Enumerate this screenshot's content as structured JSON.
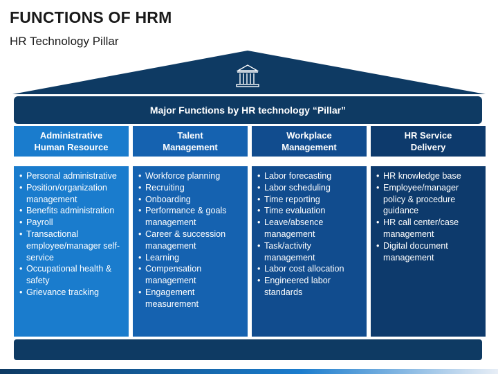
{
  "page": {
    "title": "FUNCTIONS OF HRM",
    "subtitle": "HR Technology Pillar"
  },
  "banner": {
    "label": "Major Functions by HR technology “Pillar”"
  },
  "icons": {
    "roof_icon": "building-columns-icon"
  },
  "colors": {
    "dark_navy": "#0e3a63",
    "col1": "#1a7ccd",
    "col2": "#1562b0",
    "col3": "#114c8e",
    "col4": "#0d3a6c"
  },
  "columns": [
    {
      "heading_line1": "Administrative",
      "heading_line2": "Human Resource",
      "items": [
        "Personal administrative",
        "Position/organization management",
        "Benefits administration",
        "Payroll",
        "Transactional employee/manager self-service",
        "Occupational health & safety",
        "Grievance tracking"
      ]
    },
    {
      "heading_line1": "Talent",
      "heading_line2": "Management",
      "items": [
        "Workforce planning",
        "Recruiting",
        "Onboarding",
        "Performance & goals management",
        "Career & succession management",
        "Learning",
        "Compensation management",
        "Engagement measurement"
      ]
    },
    {
      "heading_line1": "Workplace",
      "heading_line2": "Management",
      "items": [
        "Labor forecasting",
        "Labor scheduling",
        "Time reporting",
        "Time evaluation",
        "Leave/absence management",
        "Task/activity management",
        "Labor cost allocation",
        "Engineered labor standards"
      ]
    },
    {
      "heading_line1": "HR Service",
      "heading_line2": "Delivery",
      "items": [
        "HR knowledge base",
        "Employee/manager policy & procedure guidance",
        "HR call center/case management",
        "Digital document management"
      ]
    }
  ]
}
